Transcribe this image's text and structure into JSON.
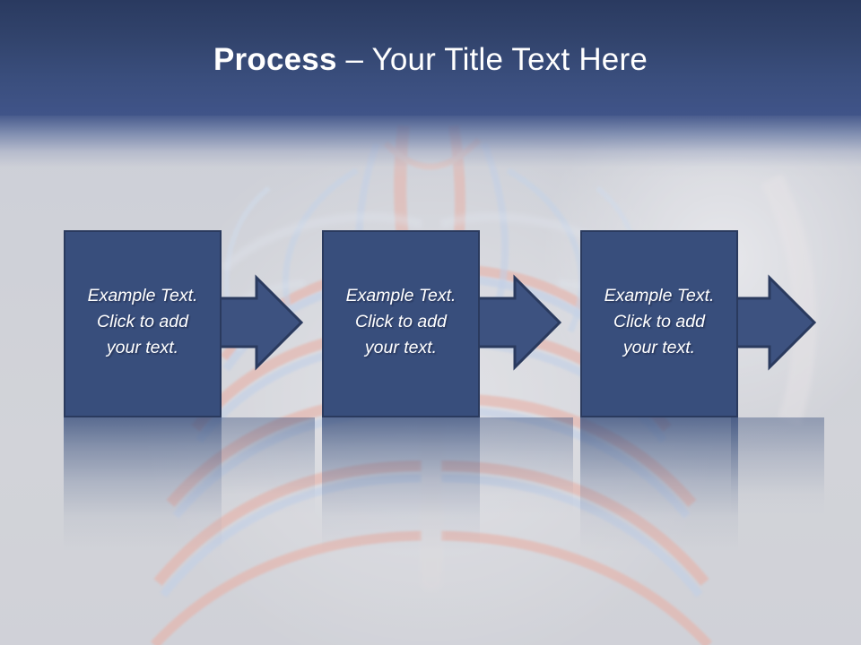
{
  "slide": {
    "title": {
      "bold_part": "Process",
      "rest": " – Your Title Text Here",
      "full": "Process – Your Title Text Here"
    },
    "background": {
      "description": "anatomy-ribcage-vessels-image",
      "header_color_top": "#2a3a60",
      "header_color_bottom": "#405489",
      "slide_background": "#cfd2d8"
    },
    "theme": {
      "box_fill": "#384e7c",
      "box_border": "#2a3a5e",
      "arrow_fill": "#3d5280",
      "arrow_border": "#2a3a5e",
      "text_color": "#ffffff"
    },
    "process": {
      "steps": [
        {
          "text": "Example Text.\nClick  to add\nyour text."
        },
        {
          "text": "Example Text.\nClick  to add\nyour text."
        },
        {
          "text": "Example Text.\nClick  to add\nyour text."
        }
      ],
      "arrows": [
        {
          "label": "arrow-1"
        },
        {
          "label": "arrow-2"
        },
        {
          "label": "arrow-3"
        }
      ]
    }
  }
}
